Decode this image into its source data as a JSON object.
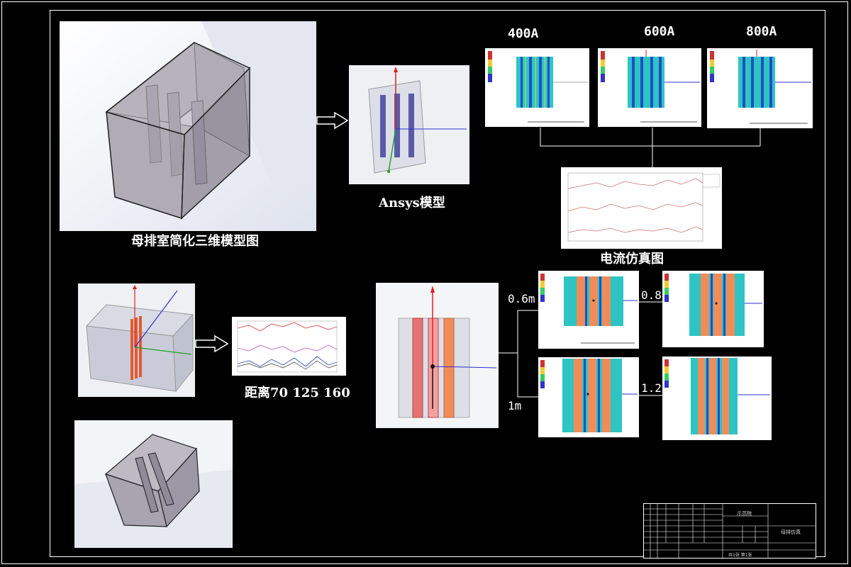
{
  "labels": {
    "busbar_3d_model": "母排室简化三维模型图",
    "ansys_model": "Ansys模型",
    "current_400": "400A",
    "current_600": "600A",
    "current_800": "800A",
    "current_sim": "电流仿真图",
    "distance": "距离70 125 160",
    "dist_06": "0.6m",
    "dist_08": "0.8",
    "dist_1": "1m",
    "dist_12": "1.2"
  },
  "title_block": {
    "org": "示范院",
    "drawing_name": "母排仿真",
    "sheet": "共1张 第1张"
  },
  "colors": {
    "background": "#000000",
    "frame": "#ffffff",
    "conductor_blue": "#5a5aa8",
    "conductor_red": "#e57373",
    "conductor_orange": "#f08c5a",
    "field_cyan": "#2ec4c4",
    "field_blue": "#1f4fc4",
    "axis_red": "#e02020",
    "axis_green": "#20a020",
    "axis_blue": "#3030d0"
  },
  "icons": {
    "arrow": "hollow-right-arrow-icon",
    "legend": "color-scale-legend-icon"
  }
}
